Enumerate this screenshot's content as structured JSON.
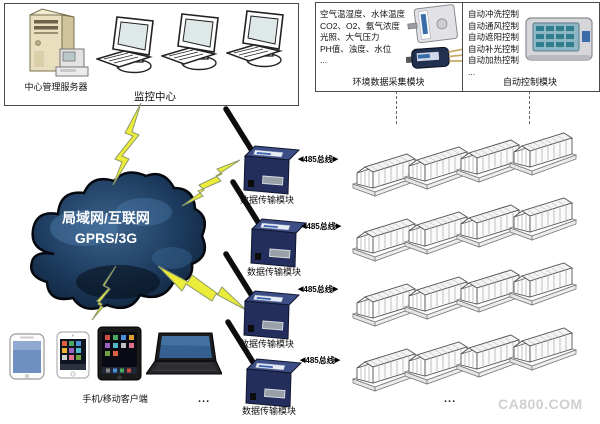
{
  "monitor_center": {
    "server_label": "中心管理服务器",
    "label": "监控中心"
  },
  "env_module": {
    "lines": [
      "空气温湿度、水体温度",
      "CO2、O2、氨气浓度",
      "光照、大气压力",
      "PH值、浊度、水位",
      "..."
    ],
    "label": "环境数据采集模块"
  },
  "control_module": {
    "lines": [
      "自动冲洗控制",
      "自动通风控制",
      "自动遮阳控制",
      "自动补光控制",
      "自动加热控制",
      "..."
    ],
    "label": "自动控制模块"
  },
  "cloud": {
    "line1": "局域网/互联网",
    "line2": "GPRS/3G"
  },
  "bus": {
    "left": "◀",
    "text": "485总线",
    "right": "▶"
  },
  "transmission": {
    "label": "数据传输模块"
  },
  "mobile": {
    "label": "手机/移动客户端"
  },
  "misc": {
    "ellipsis": "..."
  },
  "watermark": {
    "text": "CA800.COM"
  },
  "colors": {
    "cloud_navy": "#16324f",
    "cloud_light": "#4d7fae",
    "lightning_yellow": "#ecec3a",
    "module_navy": "#242e5c",
    "server_tan": "#e8dfbe",
    "watermark_gray": "#cfcfcf"
  }
}
